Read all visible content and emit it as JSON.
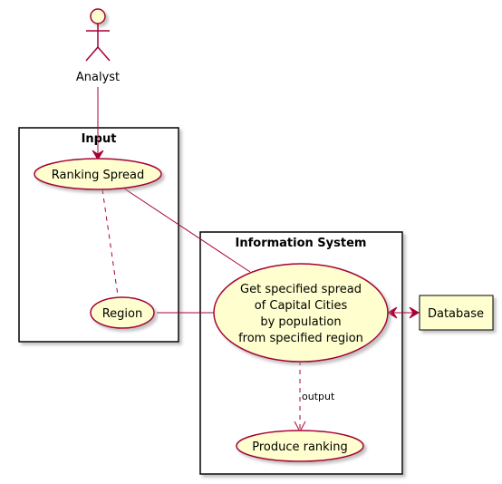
{
  "diagram": {
    "actor": {
      "label": "Analyst"
    },
    "packages": [
      {
        "id": "input",
        "title": "Input"
      },
      {
        "id": "info",
        "title": "Information System"
      }
    ],
    "usecases": {
      "ranking_spread": "Ranking Spread",
      "region": "Region",
      "get_spread": [
        "Get specified spread",
        "of Capital Cities",
        "by population",
        "from specified region"
      ],
      "produce_ranking": "Produce ranking"
    },
    "database": {
      "label": "Database"
    },
    "edges": {
      "output_label": "output"
    },
    "colors": {
      "usecase_fill": "#FEFECE",
      "border": "#A80036",
      "shadow": "#C8C8C8"
    }
  }
}
